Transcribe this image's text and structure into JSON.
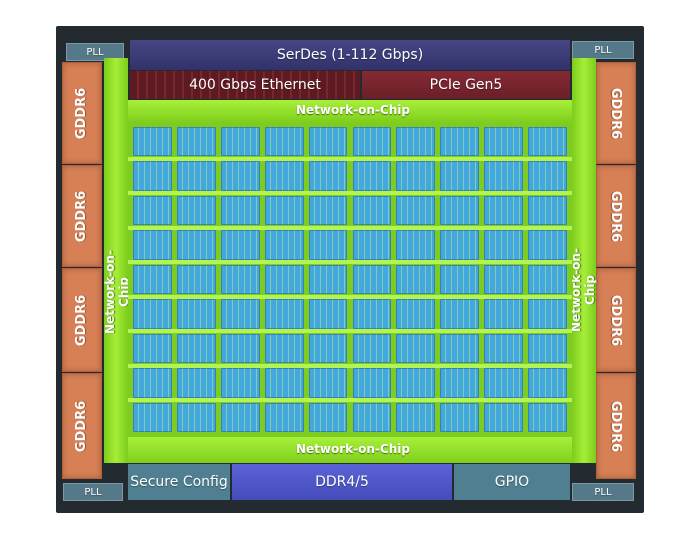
{
  "pll": {
    "top_left": "PLL",
    "top_right": "PLL",
    "bottom_left": "PLL",
    "bottom_right": "PLL"
  },
  "serdes": {
    "label": "SerDes (1-112 Gbps)"
  },
  "ethernet": {
    "label": "400 Gbps Ethernet"
  },
  "pcie": {
    "label": "PCIe Gen5"
  },
  "noc": {
    "top": "Network-on-Chip",
    "bottom": "Network-on-Chip",
    "left": "Network-on-Chip",
    "right": "Network-on-Chip"
  },
  "memory": {
    "left": [
      "GDDR6",
      "GDDR6",
      "GDDR6",
      "GDDR6"
    ],
    "right": [
      "GDDR6",
      "GDDR6",
      "GDDR6",
      "GDDR6"
    ]
  },
  "bottom_blocks": {
    "secure_config": "Secure Config",
    "ddr": "DDR4/5",
    "gpio": "GPIO"
  },
  "colors": {
    "chip": "#232a30",
    "noc": "#94e02c",
    "core": "#44a8e0",
    "gddr": "#d77f55",
    "serdes": "#3a3a73",
    "pcie": "#7a2530",
    "ethernet": "#6e2027",
    "ddr": "#4f57c8",
    "pll": "#557988"
  }
}
